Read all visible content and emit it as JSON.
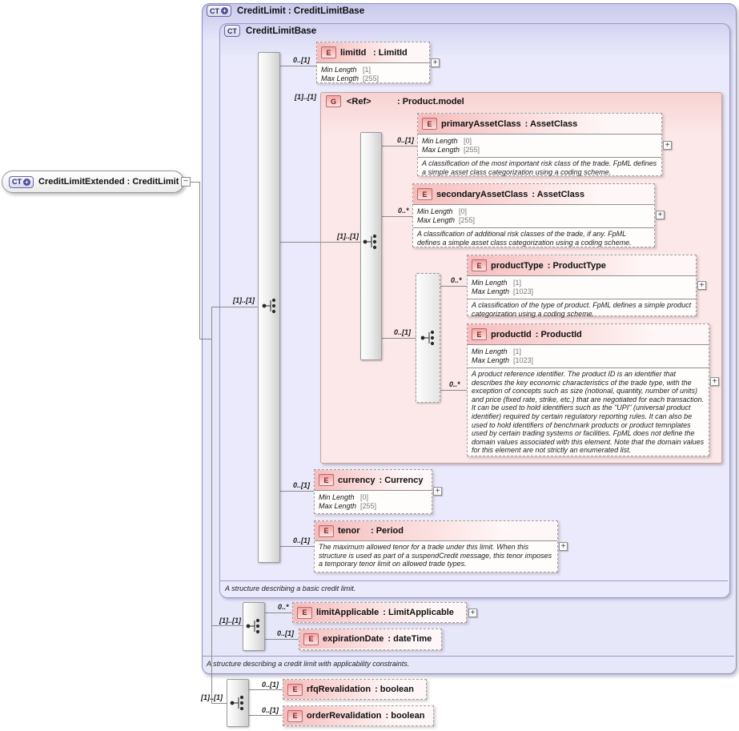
{
  "root_pill": {
    "icon": "CT",
    "icon_plus": "+",
    "collapse": "−",
    "label": "CreditLimitExtended : CreditLimit"
  },
  "outer_box": {
    "icon": "CT",
    "icon_plus": "+",
    "title": "CreditLimit : CreditLimitBase",
    "annotation": "A structure describing a credit limit with applicability constraints."
  },
  "inner_box": {
    "icon": "CT",
    "title": "CreditLimitBase",
    "annotation": "A structure describing a basic credit limit."
  },
  "group_box": {
    "icon": "G",
    "name": "<Ref>",
    "type": ": Product.model",
    "cardinality": "[1]..[1]",
    "seq_cardinality": "[1]..[1]"
  },
  "sequences": {
    "main": "[1]..[1]",
    "credit_limit": "[1]..[1]",
    "credit_limit_extended": "[1]..[1]",
    "nested_product": "0..[1]"
  },
  "facet_labels": {
    "min": "Min Length",
    "max": "Max Length"
  },
  "expand_glyph": "+",
  "elements": {
    "limitId": {
      "icon": "E",
      "name": "limitId",
      "type": ": LimitId",
      "cardinality": "0..[1]",
      "min": "[1]",
      "max": "[255]"
    },
    "primaryAssetClass": {
      "icon": "E",
      "name": "primaryAssetClass",
      "type": ": AssetClass",
      "cardinality": "0..[1]",
      "min": "[0]",
      "max": "[255]",
      "annotation": "A classification of the most important risk class of the trade. FpML defines a simple asset class categorization using a coding scheme."
    },
    "secondaryAssetClass": {
      "icon": "E",
      "name": "secondaryAssetClass",
      "type": ": AssetClass",
      "cardinality": "0..*",
      "min": "[0]",
      "max": "[255]",
      "annotation": "A classification of additional risk classes of the trade, if any. FpML defines a simple asset class categorization using a coding scheme."
    },
    "productType": {
      "icon": "E",
      "name": "productType",
      "type": ": ProductType",
      "cardinality": "0..*",
      "min": "[1]",
      "max": "[1023]",
      "annotation": "A classification of the type of product. FpML defines a simple product categorization using a coding scheme."
    },
    "productId": {
      "icon": "E",
      "name": "productId",
      "type": ": ProductId",
      "cardinality": "0..*",
      "min": "[1]",
      "max": "[1023]",
      "annotation": "A product reference identifier. The product ID is an identifier that describes the key economic characteristics of the trade type, with the exception of concepts such as size (notional, quantity, number of units) and price (fixed rate, strike, etc.) that are negotiated for each transaction. It can be used to hold identifiers such as the \"UPI\" (universal product identifier) required by certain regulatory reporting rules. It can also be used to hold identifiers of benchmark products or product temnplates used by certain trading systems or facilities. FpML does not define the domain values associated with this element. Note that the domain values for this element are not strictly an enumerated list."
    },
    "currency": {
      "icon": "E",
      "name": "currency",
      "type": ": Currency",
      "cardinality": "0..[1]",
      "min": "[0]",
      "max": "[255]"
    },
    "tenor": {
      "icon": "E",
      "name": "tenor",
      "type": ": Period",
      "cardinality": "0..[1]",
      "annotation": "The maximum allowed tenor for a trade under this limit. When this structure is used as part of a suspendCredit message, this tenor imposes a temporary tenor limit on allowed trade types."
    },
    "limitApplicable": {
      "icon": "E",
      "name": "limitApplicable",
      "type": ": LimitApplicable",
      "cardinality": "0..*"
    },
    "expirationDate": {
      "icon": "E",
      "name": "expirationDate",
      "type": ": dateTime",
      "cardinality": "0..[1]"
    },
    "rfqRevalidation": {
      "icon": "E",
      "name": "rfqRevalidation",
      "type": ": boolean",
      "cardinality": "0..[1]"
    },
    "orderRevalidation": {
      "icon": "E",
      "name": "orderRevalidation",
      "type": ": boolean",
      "cardinality": "0..[1]"
    }
  }
}
